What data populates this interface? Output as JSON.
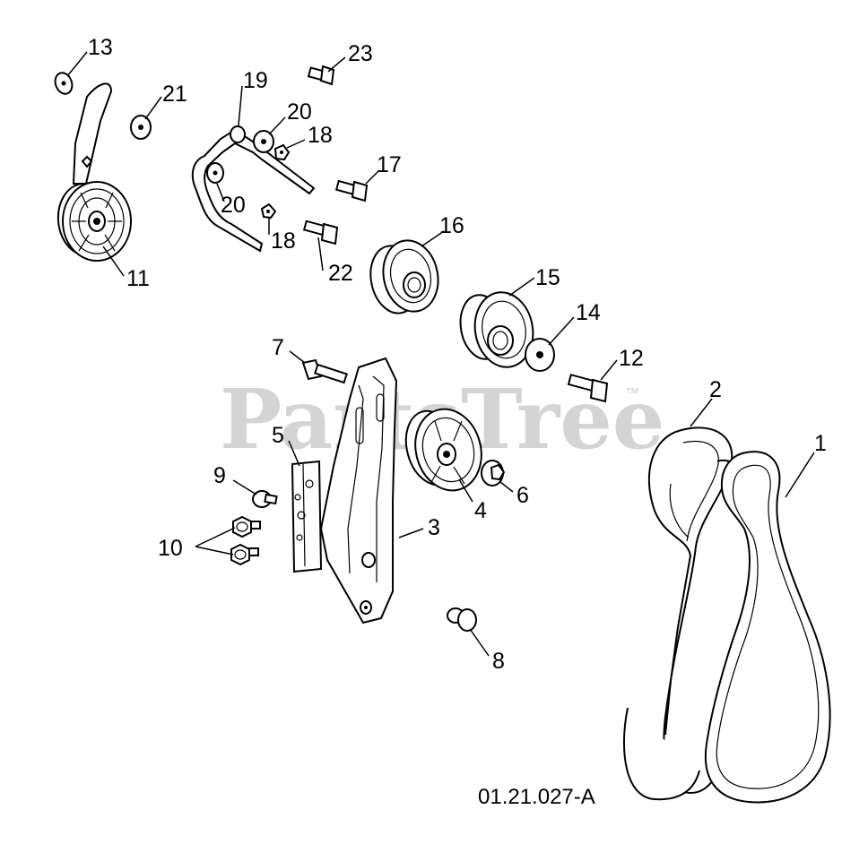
{
  "watermark": {
    "brand": "PartsTree",
    "trademark": "™"
  },
  "diagram_code": "01.21.027-A",
  "callouts": [
    {
      "id": "13",
      "part": "washer"
    },
    {
      "id": "21",
      "part": "washer"
    },
    {
      "id": "19",
      "part": "rod"
    },
    {
      "id": "20",
      "part": "washer"
    },
    {
      "id": "18",
      "part": "nut"
    },
    {
      "id": "20",
      "part": "washer"
    },
    {
      "id": "18",
      "part": "nut"
    },
    {
      "id": "23",
      "part": "bolt"
    },
    {
      "id": "17",
      "part": "bolt"
    },
    {
      "id": "22",
      "part": "bolt"
    },
    {
      "id": "11",
      "part": "idler pulley"
    },
    {
      "id": "16",
      "part": "pulley"
    },
    {
      "id": "15",
      "part": "pulley"
    },
    {
      "id": "14",
      "part": "washer"
    },
    {
      "id": "12",
      "part": "bolt"
    },
    {
      "id": "7",
      "part": "bolt"
    },
    {
      "id": "5",
      "part": "bracket"
    },
    {
      "id": "9",
      "part": "bolt"
    },
    {
      "id": "10",
      "part": "bolts"
    },
    {
      "id": "3",
      "part": "idler arm"
    },
    {
      "id": "4",
      "part": "idler pulley"
    },
    {
      "id": "6",
      "part": "nut"
    },
    {
      "id": "8",
      "part": "shoulder bolt"
    },
    {
      "id": "2",
      "part": "belt"
    },
    {
      "id": "1",
      "part": "belt"
    }
  ]
}
